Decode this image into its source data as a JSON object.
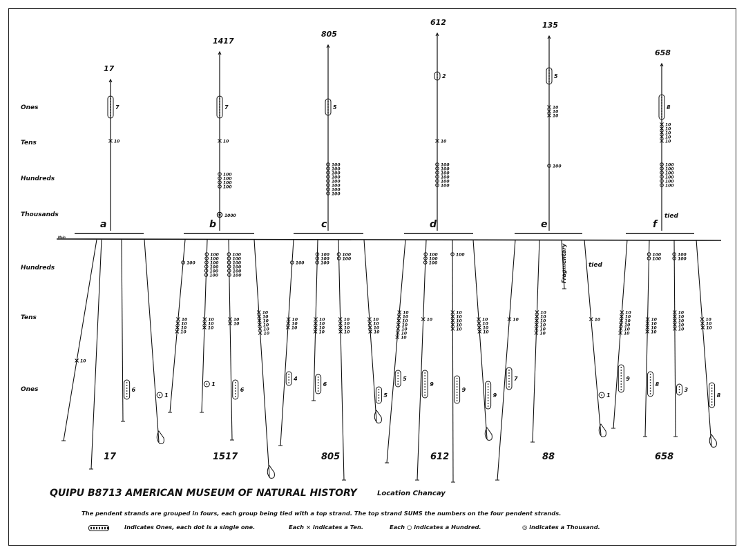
{
  "row_labels": {
    "top": [
      "Ones",
      "Tens",
      "Hundreds",
      "Thousands"
    ],
    "bottom": [
      "Hundreds",
      "Tens",
      "Ones"
    ]
  },
  "main_cord_label": "Main",
  "groups": [
    {
      "letter": "a",
      "top_sum": "17",
      "bottom_sum": "17",
      "top_strand": {
        "ones": 7,
        "tens": 1,
        "hundreds": 0,
        "thousands": 0
      },
      "pendants": [
        {
          "ones": 0,
          "tens": 1,
          "hundreds": 0
        },
        {
          "ones": 0,
          "tens": 0,
          "hundreds": 0
        },
        {
          "ones": 6,
          "tens": 0,
          "hundreds": 0
        },
        {
          "ones": 1,
          "tens": 0,
          "hundreds": 0
        }
      ]
    },
    {
      "letter": "b",
      "top_sum": "1417",
      "bottom_sum": "1517",
      "top_strand": {
        "ones": 7,
        "tens": 1,
        "hundreds": 4,
        "thousands": 1
      },
      "pendants": [
        {
          "ones": 0,
          "tens": 4,
          "hundreds": 1
        },
        {
          "ones": 1,
          "tens": 3,
          "hundreds": 6
        },
        {
          "ones": 6,
          "tens": 2,
          "hundreds": 6
        },
        {
          "ones": 0,
          "tens": 6,
          "hundreds": 0
        }
      ]
    },
    {
      "letter": "c",
      "top_sum": "805",
      "bottom_sum": "805",
      "top_strand": {
        "ones": 5,
        "tens": 0,
        "hundreds": 8,
        "thousands": 0
      },
      "pendants": [
        {
          "ones": 4,
          "tens": 3,
          "hundreds": 1
        },
        {
          "ones": 6,
          "tens": 4,
          "hundreds": 3
        },
        {
          "ones": 0,
          "tens": 4,
          "hundreds": 2
        },
        {
          "ones": 5,
          "tens": 4,
          "hundreds": 0
        }
      ]
    },
    {
      "letter": "d",
      "top_sum": "612",
      "bottom_sum": "612",
      "top_strand": {
        "ones": 2,
        "tens": 1,
        "hundreds": 6,
        "thousands": 0
      },
      "pendants": [
        {
          "ones": 5,
          "tens": 7,
          "hundreds": 0
        },
        {
          "ones": 9,
          "tens": 1,
          "hundreds": 3
        },
        {
          "ones": 9,
          "tens": 5,
          "hundreds": 1
        },
        {
          "ones": 9,
          "tens": 4,
          "hundreds": 0
        }
      ]
    },
    {
      "letter": "e",
      "top_sum": "135",
      "bottom_sum": "88",
      "top_strand": {
        "ones": 5,
        "tens": 3,
        "hundreds": 1,
        "thousands": 0
      },
      "fragmentary_label": "Fragmentary",
      "tied_label": "tied",
      "pendants": [
        {
          "ones": 7,
          "tens": 1,
          "hundreds": 0
        },
        {
          "ones": 0,
          "tens": 6,
          "hundreds": 0
        },
        {
          "ones": 0,
          "tens": 0,
          "hundreds": 0
        },
        {
          "ones": 1,
          "tens": 1,
          "hundreds": 0
        }
      ]
    },
    {
      "letter": "f",
      "top_sum": "658",
      "bottom_sum": "658",
      "top_strand": {
        "ones": 8,
        "tens": 5,
        "hundreds": 6,
        "thousands": 0
      },
      "tied_label": "tied",
      "pendants": [
        {
          "ones": 9,
          "tens": 6,
          "hundreds": 0
        },
        {
          "ones": 8,
          "tens": 4,
          "hundreds": 2
        },
        {
          "ones": 3,
          "tens": 5,
          "hundreds": 2
        },
        {
          "ones": 8,
          "tens": 3,
          "hundreds": 0
        }
      ]
    }
  ],
  "unit_labels": {
    "ten": "10",
    "hundred": "100",
    "thousand": "1000"
  },
  "caption": {
    "title": "QUIPU   B8713  AMERICAN MUSEUM OF NATURAL HISTORY",
    "location": "Location Chancay",
    "line1": "The pendent strands are grouped in fours, each group being tied with a top strand. The top strand SUMS  the numbers on the four pendent strands.",
    "legend_ones": "Indicates Ones, each dot is a single one.",
    "legend_ten": "Each × indicates a Ten.",
    "legend_hundred": "Each ○ indicates a Hundred.",
    "legend_thousand": "◎ indicates a Thousand."
  }
}
